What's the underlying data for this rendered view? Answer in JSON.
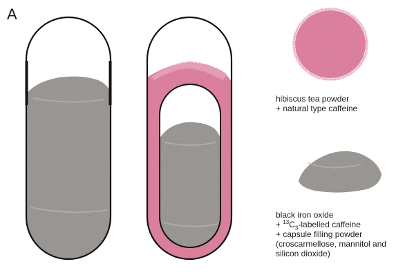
{
  "figure": {
    "panel_label": "A"
  },
  "legend": {
    "pink_powder": {
      "line1": "hibiscus tea powder",
      "line2": "+ natural type caffeine",
      "color": "#d97896"
    },
    "gray_powder": {
      "line1": "black iron oxide",
      "line2_prefix": "+ ",
      "line2_mass": "13",
      "line2_element": "C",
      "line2_count": "3",
      "line2_suffix": "-labelled caffeine",
      "line3": "+ capsule filling powder",
      "line4": "(croscarmellose, mannitol and",
      "line5": "silicon dioxide)",
      "color": "#8a8683"
    }
  },
  "colors": {
    "capsule_outline": "#111111",
    "pink": "#d97896",
    "gray": "#8a8683"
  }
}
